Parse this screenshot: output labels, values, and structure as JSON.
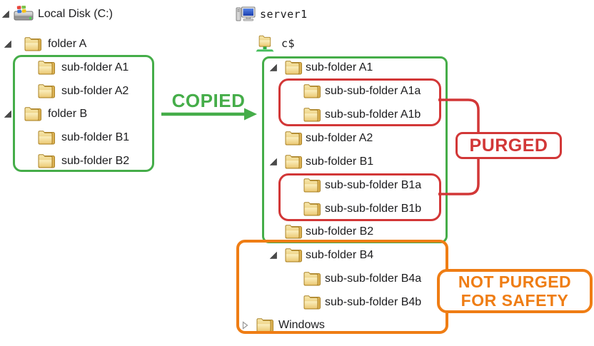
{
  "colors": {
    "green": "#45ad49",
    "red": "#d23737",
    "orange": "#ef7d14",
    "text": "#1c1c1e"
  },
  "left_tree": {
    "rows": [
      {
        "label": "Local Disk (C:)",
        "icon": "disk-icon",
        "expander": "expanded"
      },
      {
        "label": "folder A",
        "icon": "folder-icon",
        "expander": "expanded"
      },
      {
        "label": "sub-folder A1",
        "icon": "folder-icon",
        "expander": "none"
      },
      {
        "label": "sub-folder A2",
        "icon": "folder-icon",
        "expander": "none"
      },
      {
        "label": "folder B",
        "icon": "folder-icon",
        "expander": "expanded"
      },
      {
        "label": "sub-folder B1",
        "icon": "folder-icon",
        "expander": "none"
      },
      {
        "label": "sub-folder B2",
        "icon": "folder-icon",
        "expander": "none"
      }
    ]
  },
  "right_tree": {
    "rows": [
      {
        "label": "server1",
        "icon": "computer-icon",
        "expander": "none"
      },
      {
        "label": "c$",
        "icon": "shared-folder-icon",
        "expander": "none"
      },
      {
        "label": "sub-folder A1",
        "icon": "folder-icon",
        "expander": "expanded"
      },
      {
        "label": "sub-sub-folder A1a",
        "icon": "folder-icon",
        "expander": "none"
      },
      {
        "label": "sub-sub-folder A1b",
        "icon": "folder-icon",
        "expander": "none"
      },
      {
        "label": "sub-folder A2",
        "icon": "folder-icon",
        "expander": "none"
      },
      {
        "label": "sub-folder B1",
        "icon": "folder-icon",
        "expander": "expanded"
      },
      {
        "label": "sub-sub-folder B1a",
        "icon": "folder-icon",
        "expander": "none"
      },
      {
        "label": "sub-sub-folder B1b",
        "icon": "folder-icon",
        "expander": "none"
      },
      {
        "label": "sub-folder B2",
        "icon": "folder-icon",
        "expander": "none"
      },
      {
        "label": "sub-folder B4",
        "icon": "folder-icon",
        "expander": "expanded"
      },
      {
        "label": "sub-sub-folder B4a",
        "icon": "folder-icon",
        "expander": "none"
      },
      {
        "label": "sub-sub-folder B4b",
        "icon": "folder-icon",
        "expander": "none"
      },
      {
        "label": "Windows",
        "icon": "folder-icon",
        "expander": "collapsed"
      }
    ]
  },
  "annotations": {
    "copied_label": "COPIED",
    "purged_label": "PURGED",
    "not_purged_label_line1": "NOT PURGED",
    "not_purged_label_line2": "FOR SAFETY"
  }
}
